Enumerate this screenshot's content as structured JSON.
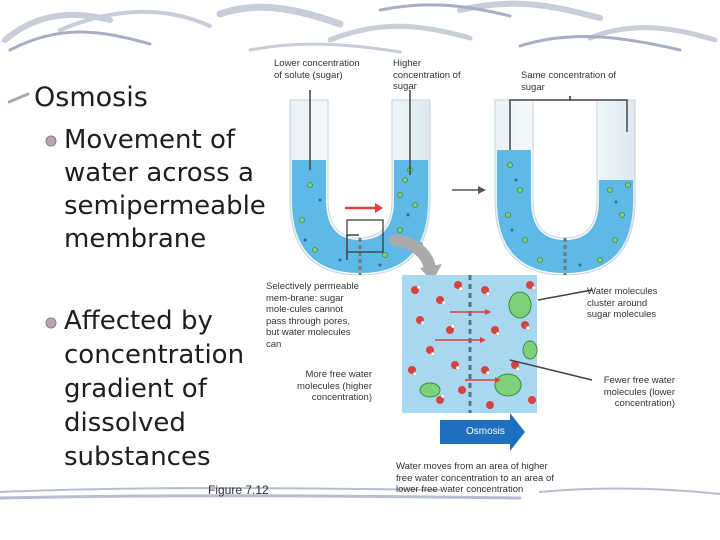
{
  "slide": {
    "title": "Osmosis",
    "bullets": [
      "Movement of water across a semipermeable membrane",
      "Affected by concentration gradient of dissolved substances"
    ]
  },
  "figure": {
    "label": "Figure 7.12",
    "callouts": {
      "lower": "Lower concentration of solute (sugar)",
      "higher": "Higher concentration of sugar",
      "same": "Same concentration of sugar",
      "membrane": "Selectively permeable mem-brane: sugar mole-cules cannot pass through pores, but water molecules can",
      "cluster": "Water molecules cluster around sugar molecules",
      "more_free": "More free water molecules (higher concentration)",
      "fewer_free": "Fewer free water molecules (lower concentration)",
      "osmosis_arrow": "Osmosis",
      "caption": "Water moves from an area of higher free water concentration to an area of lower free water concentration"
    },
    "colors": {
      "water": "#5fb9e6",
      "zoom_bg": "#a8d8f0",
      "sugar": "#7fd07a",
      "arrow_blue": "#1f6fbf"
    }
  }
}
